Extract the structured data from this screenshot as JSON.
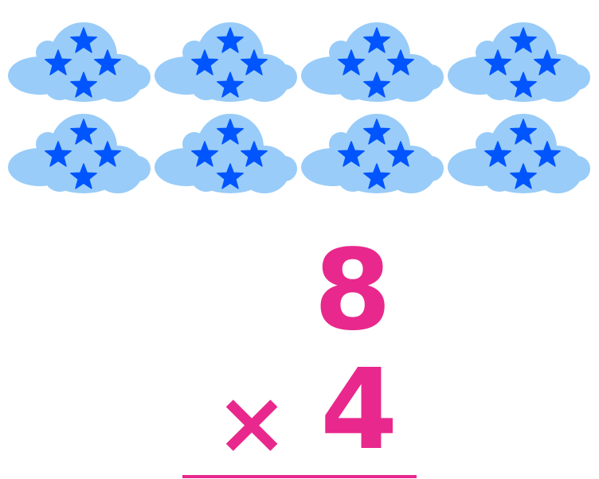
{
  "groups": {
    "count": 8,
    "stars_per_group": 4,
    "columns": 4
  },
  "problem": {
    "multiplicand": "8",
    "operator": "×",
    "multiplier": "4"
  },
  "colors": {
    "cloud": "#99CCF8",
    "star": "#0055FF",
    "text": "#E8288C"
  }
}
